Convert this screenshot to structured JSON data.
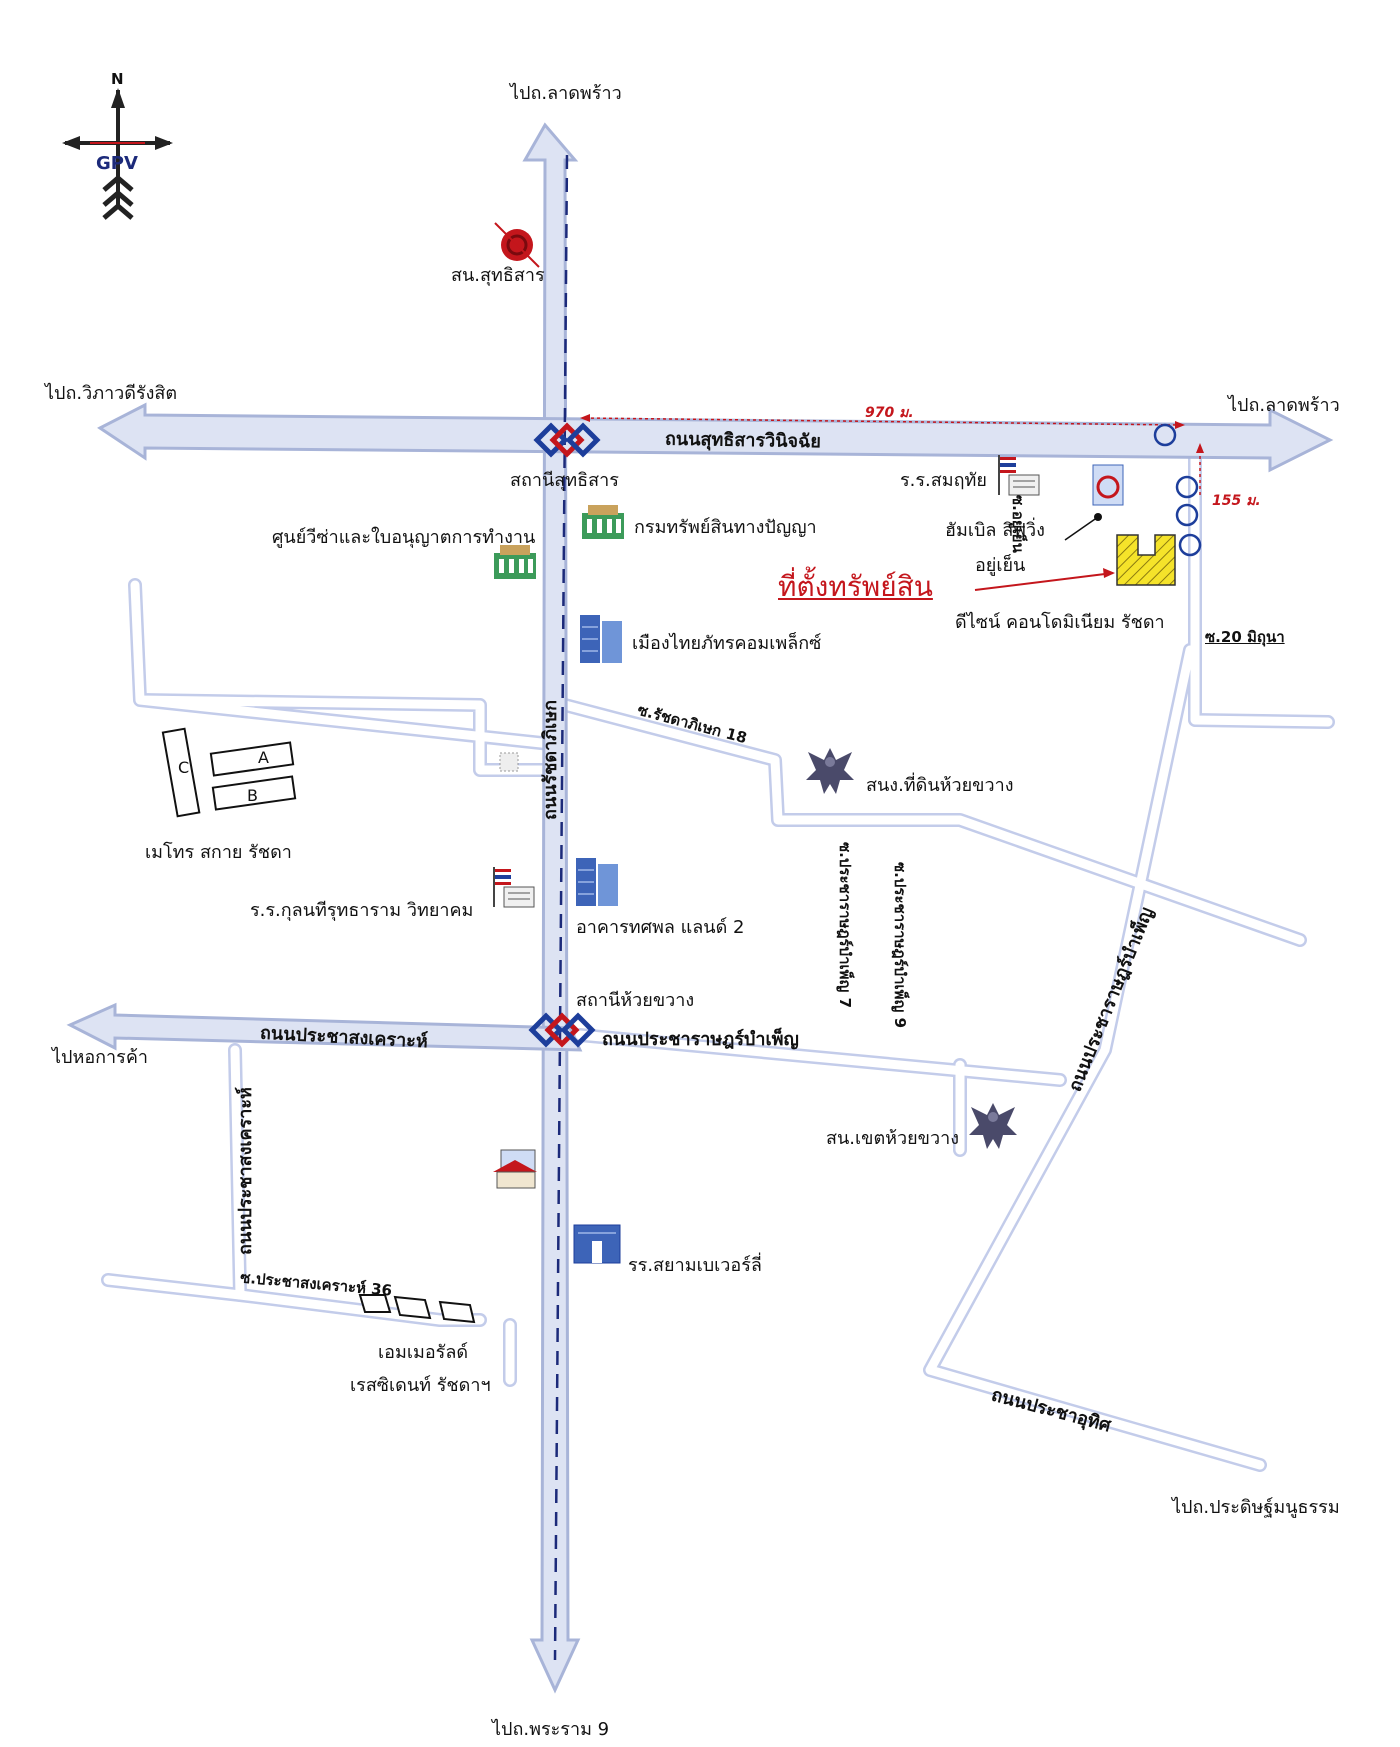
{
  "compass": {
    "north": "N",
    "logo": "GPV",
    "icon": "compass-arrow-icon"
  },
  "destinations": {
    "north": "ไปถ.ลาดพร้าว",
    "east": "ไปถ.ลาดพร้าว",
    "west": "ไปถ.วิภาวดีรังสิต",
    "west_lower": "ไปหอการค้า",
    "south": "ไปถ.พระราม 9",
    "southeast": "ไปถ.ประดิษฐ์มนูธรรม"
  },
  "roads": {
    "sutthisan": "ถนนสุทธิสารวินิจฉัย",
    "ratchadaphisek": "ถนนรัชดาภิเษก",
    "pracharat": "ถนนประชาราษฎร์บำเพ็ญ",
    "pracharat_north": "ถนนประชาราษฎร์บำเพ็ญ",
    "prachasongkhro_horizontal": "ถนนประชาสงเคราะห์",
    "prachasongkhro_vertical": "ถนนประชาสงเคราะห์",
    "pracha_uthit": "ถนนประชาอุทิศ",
    "soi_ratchada_18": "ซ.รัชดาภิเษก 18",
    "soi_pracharat_7": "ซ.ประชาราษฎร์บำเพ็ญ 7",
    "soi_pracharat_9": "ซ.ประชาราษฎร์บำเพ็ญ 9",
    "soi_yuyen": "ซ.อยู่เย็น",
    "soi_20_mithuna": "ซ.20 มิถุนา",
    "soi_prachasongkhro_36": "ซ.ประชาสงเคราะห์ 36"
  },
  "distances": {
    "long": "970 ม.",
    "short": "155 ม."
  },
  "stations": {
    "sutthisan": "สถานีสุทธิสาร",
    "huai_khwang": "สถานีห้วยขวาง"
  },
  "landmarks": {
    "sutthisan_police": "สน.สุทธิสาร",
    "visa_center": "ศูนย์วีซ่าและใบอนุญาตการทำงาน",
    "ip_department": "กรมทรัพย์สินทางปัญญา",
    "muang_thai": "เมืองไทยภัทรคอมเพล็กซ์",
    "samruthai_school": "ร.ร.สมฤทัย",
    "humble_living": "ฮัมเบิล ลิฟวิ่ง",
    "yuyen": "อยู่เย็น",
    "property_location": "ที่ตั้งทรัพย์สิน",
    "design_condo": "ดีไซน์ คอนโดมิเนียม รัชดา",
    "land_office": "สนง.ที่ดินห้วยขวาง",
    "metro_sky": "เมโทร สกาย รัชดา",
    "kulnatee_school": "ร.ร.กุลนทีรุทธาราม วิทยาคม",
    "tosapol": "อาคารทศพล แลนด์ 2",
    "huai_khwang_district": "สน.เขตห้วยขวาง",
    "siam_beverly": "รร.สยามเบเวอร์ลี่",
    "emerald_1": "เอมเมอรัลด์",
    "emerald_2": "เรสซิเดนท์ รัชดาฯ"
  },
  "building_letters": {
    "a": "A",
    "b": "B",
    "c": "C"
  },
  "colors": {
    "road_fill": "#dde3f3",
    "road_edge": "#a8b4d8",
    "dash": "#1c2a7a",
    "accent_red": "#c4161c",
    "marker_yellow": "#f5e32a",
    "mrt_blue": "#1d3e9b"
  }
}
